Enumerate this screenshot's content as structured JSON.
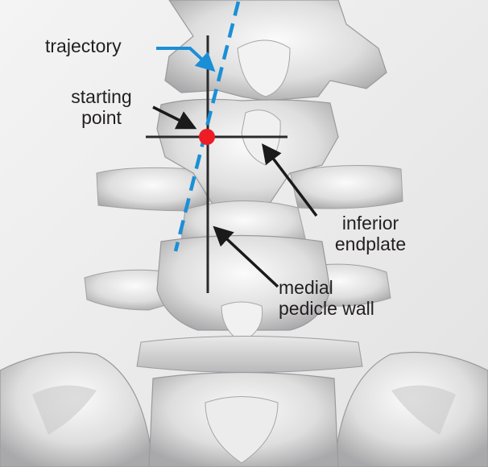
{
  "labels": {
    "trajectory": "trajectory",
    "starting_point": [
      "starting",
      "point"
    ],
    "inferior_endplate": [
      "inferior",
      "endplate"
    ],
    "medial_pedicle_wall": [
      "medial",
      "pedicle wall"
    ]
  },
  "colors": {
    "trajectory_line": "#1b8fd6",
    "starting_point_dot": "#ee1c25",
    "guide_lines": "#2b2b2b",
    "arrows": "#1a1a1a",
    "bone": "#d9d9da",
    "background": "#e9e9ea"
  }
}
